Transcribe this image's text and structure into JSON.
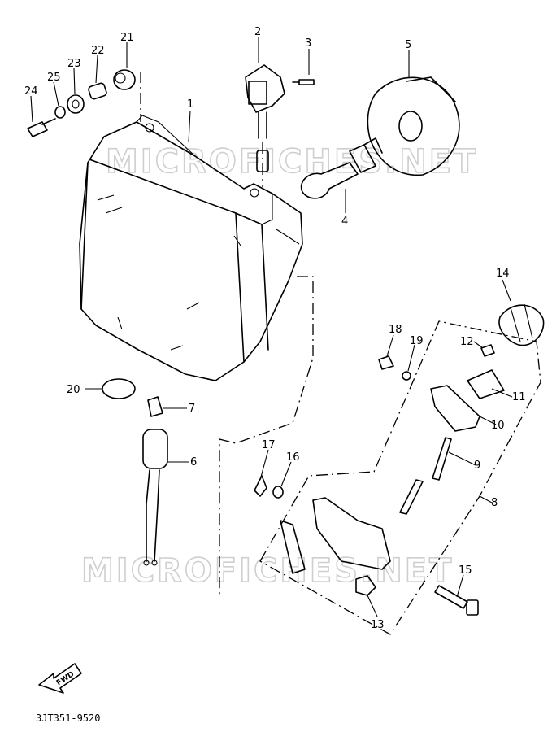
{
  "watermarks": [
    "MICROFICHES.NET",
    "MICROFICHES.NET"
  ],
  "part_numbers": [
    "1",
    "2",
    "3",
    "4",
    "5",
    "6",
    "7",
    "8",
    "9",
    "10",
    "11",
    "12",
    "13",
    "14",
    "15",
    "16",
    "17",
    "18",
    "19",
    "20",
    "21",
    "22",
    "23",
    "24",
    "25"
  ],
  "fwd_label": "FWD",
  "diagram_code": "3JT351-9520"
}
